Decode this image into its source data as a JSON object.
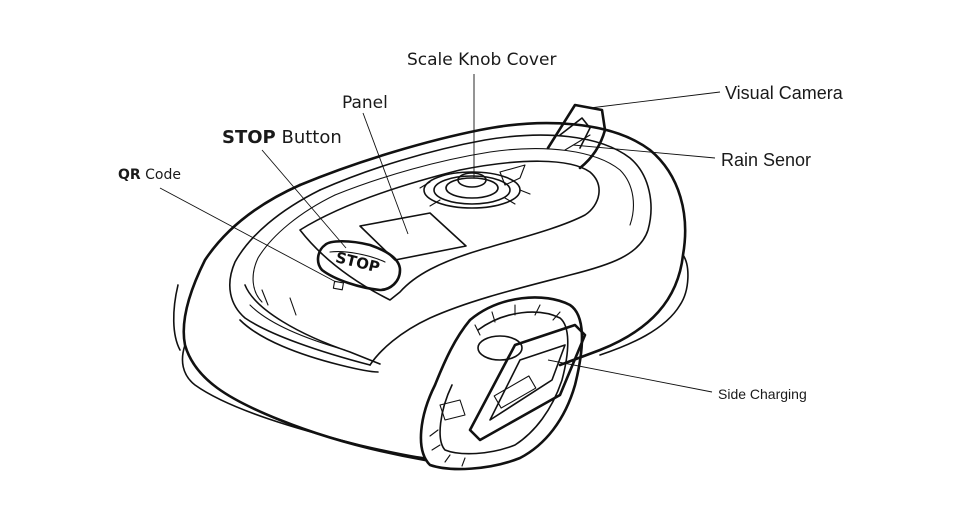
{
  "labels": {
    "scale_knob_cover": "Scale Knob Cover",
    "panel": "Panel",
    "stop_button_bold": "STOP",
    "stop_button_rest": " Button",
    "qr_code_bold": "QR",
    "qr_code_rest": " Code",
    "visual_camera": "Visual Camera",
    "rain_sensor": "Rain Senor",
    "side_charging": "Side Charging"
  },
  "device": {
    "stop_key_text": "STOP"
  }
}
